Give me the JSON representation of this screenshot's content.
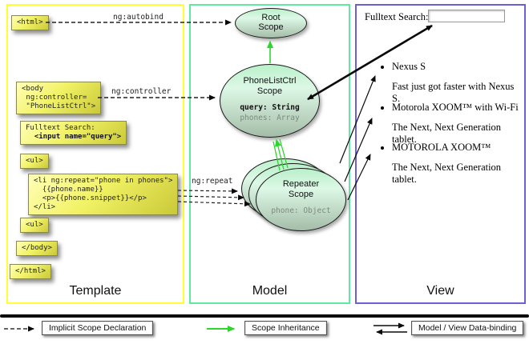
{
  "columns": {
    "template": "Template",
    "model": "Model",
    "view": "View"
  },
  "labels": {
    "autobind": "ng:autobind",
    "controller": "ng:controller",
    "repeat": "ng:repeat"
  },
  "template_boxes": {
    "html_open": "<html>",
    "body_open_1": "<body",
    "body_open_2": " ng:controller=",
    "body_open_3": " \"PhoneListCtrl\">",
    "fulltext_1": "Fulltext Search:",
    "fulltext_2": "  <input name=\"query\">",
    "ul_open": "<ul>",
    "li_1": "<li ng:repeat=\"phone in phones\">",
    "li_2": "  {{phone.name}}",
    "li_3": "  <p>{{phone.snippet}}</p>",
    "li_4": "</li>",
    "ul_open_2": "<ul>",
    "body_close": "</body>",
    "html_close": "</html>"
  },
  "scopes": {
    "root": {
      "name1": "Root",
      "name2": "Scope"
    },
    "phonelist": {
      "name1": "PhoneListCtrl",
      "name2": "Scope",
      "prop1": "query: String",
      "prop2": "phones: Array"
    },
    "repeater": {
      "name1": "Repeater",
      "name2": "Scope",
      "prop1": "phone: Object"
    }
  },
  "view": {
    "search_label": "Fulltext Search:",
    "search_value": "",
    "items": [
      {
        "title": "Nexus S",
        "snippet": "Fast just got faster with Nexus S."
      },
      {
        "title": "Motorola XOOM™ with Wi-Fi",
        "snippet": "The Next, Next Generation tablet."
      },
      {
        "title": "MOTOROLA XOOM™",
        "snippet": "The Next, Next Generation tablet."
      }
    ]
  },
  "legend": {
    "implicit": "Implicit Scope Declaration",
    "inheritance": "Scope Inheritance",
    "databinding": "Model / View Data-binding"
  },
  "colors": {
    "template_border": "#ffff33",
    "model_border": "#5fe9a1",
    "view_border": "#6c5fd8",
    "inheritance_green": "#2ed52e"
  }
}
